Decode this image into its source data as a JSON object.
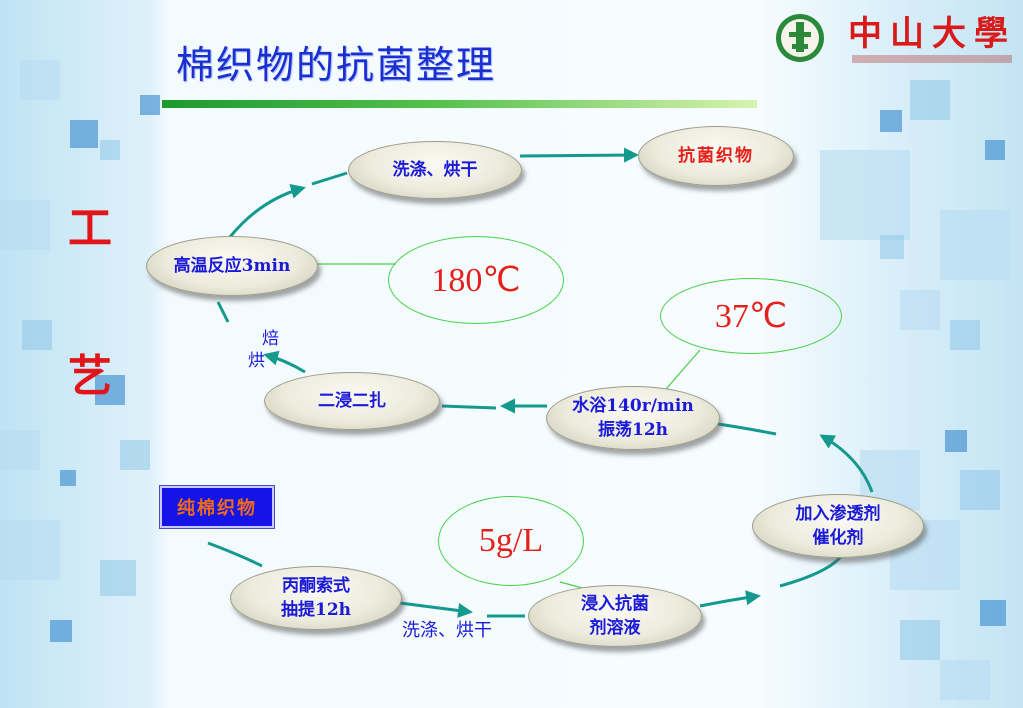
{
  "title": "棉织物的抗菌整理",
  "side_chars": [
    "工",
    "艺"
  ],
  "logo": {
    "text": "中山大學"
  },
  "nodes": {
    "wash_dry_top": "洗涤、烘干",
    "antibacterial_fabric": "抗菌织物",
    "high_temp": "高温反应3min",
    "double_dip": "二浸二扎",
    "water_bath": "水浴140r/min\n振荡12h",
    "penetrant": "加入渗透剂\n催化剂",
    "soxhlet": "丙酮索式\n抽提12h",
    "immerse": "浸入抗菌\n剂溶液"
  },
  "bubbles": {
    "temp_180": "180℃",
    "temp_37": "37℃",
    "conc": "5g/L"
  },
  "pure_cotton": "纯棉织物",
  "labels": {
    "bake_1": "焙",
    "bake_2": "烘",
    "wash_dry_bottom": "洗涤、烘干"
  },
  "colors": {
    "title": "#1a2fd0",
    "node_text": "#1a1ad8",
    "highlight": "#e5201a",
    "arrow": "#14998f",
    "bubble_border": "#46d246"
  }
}
